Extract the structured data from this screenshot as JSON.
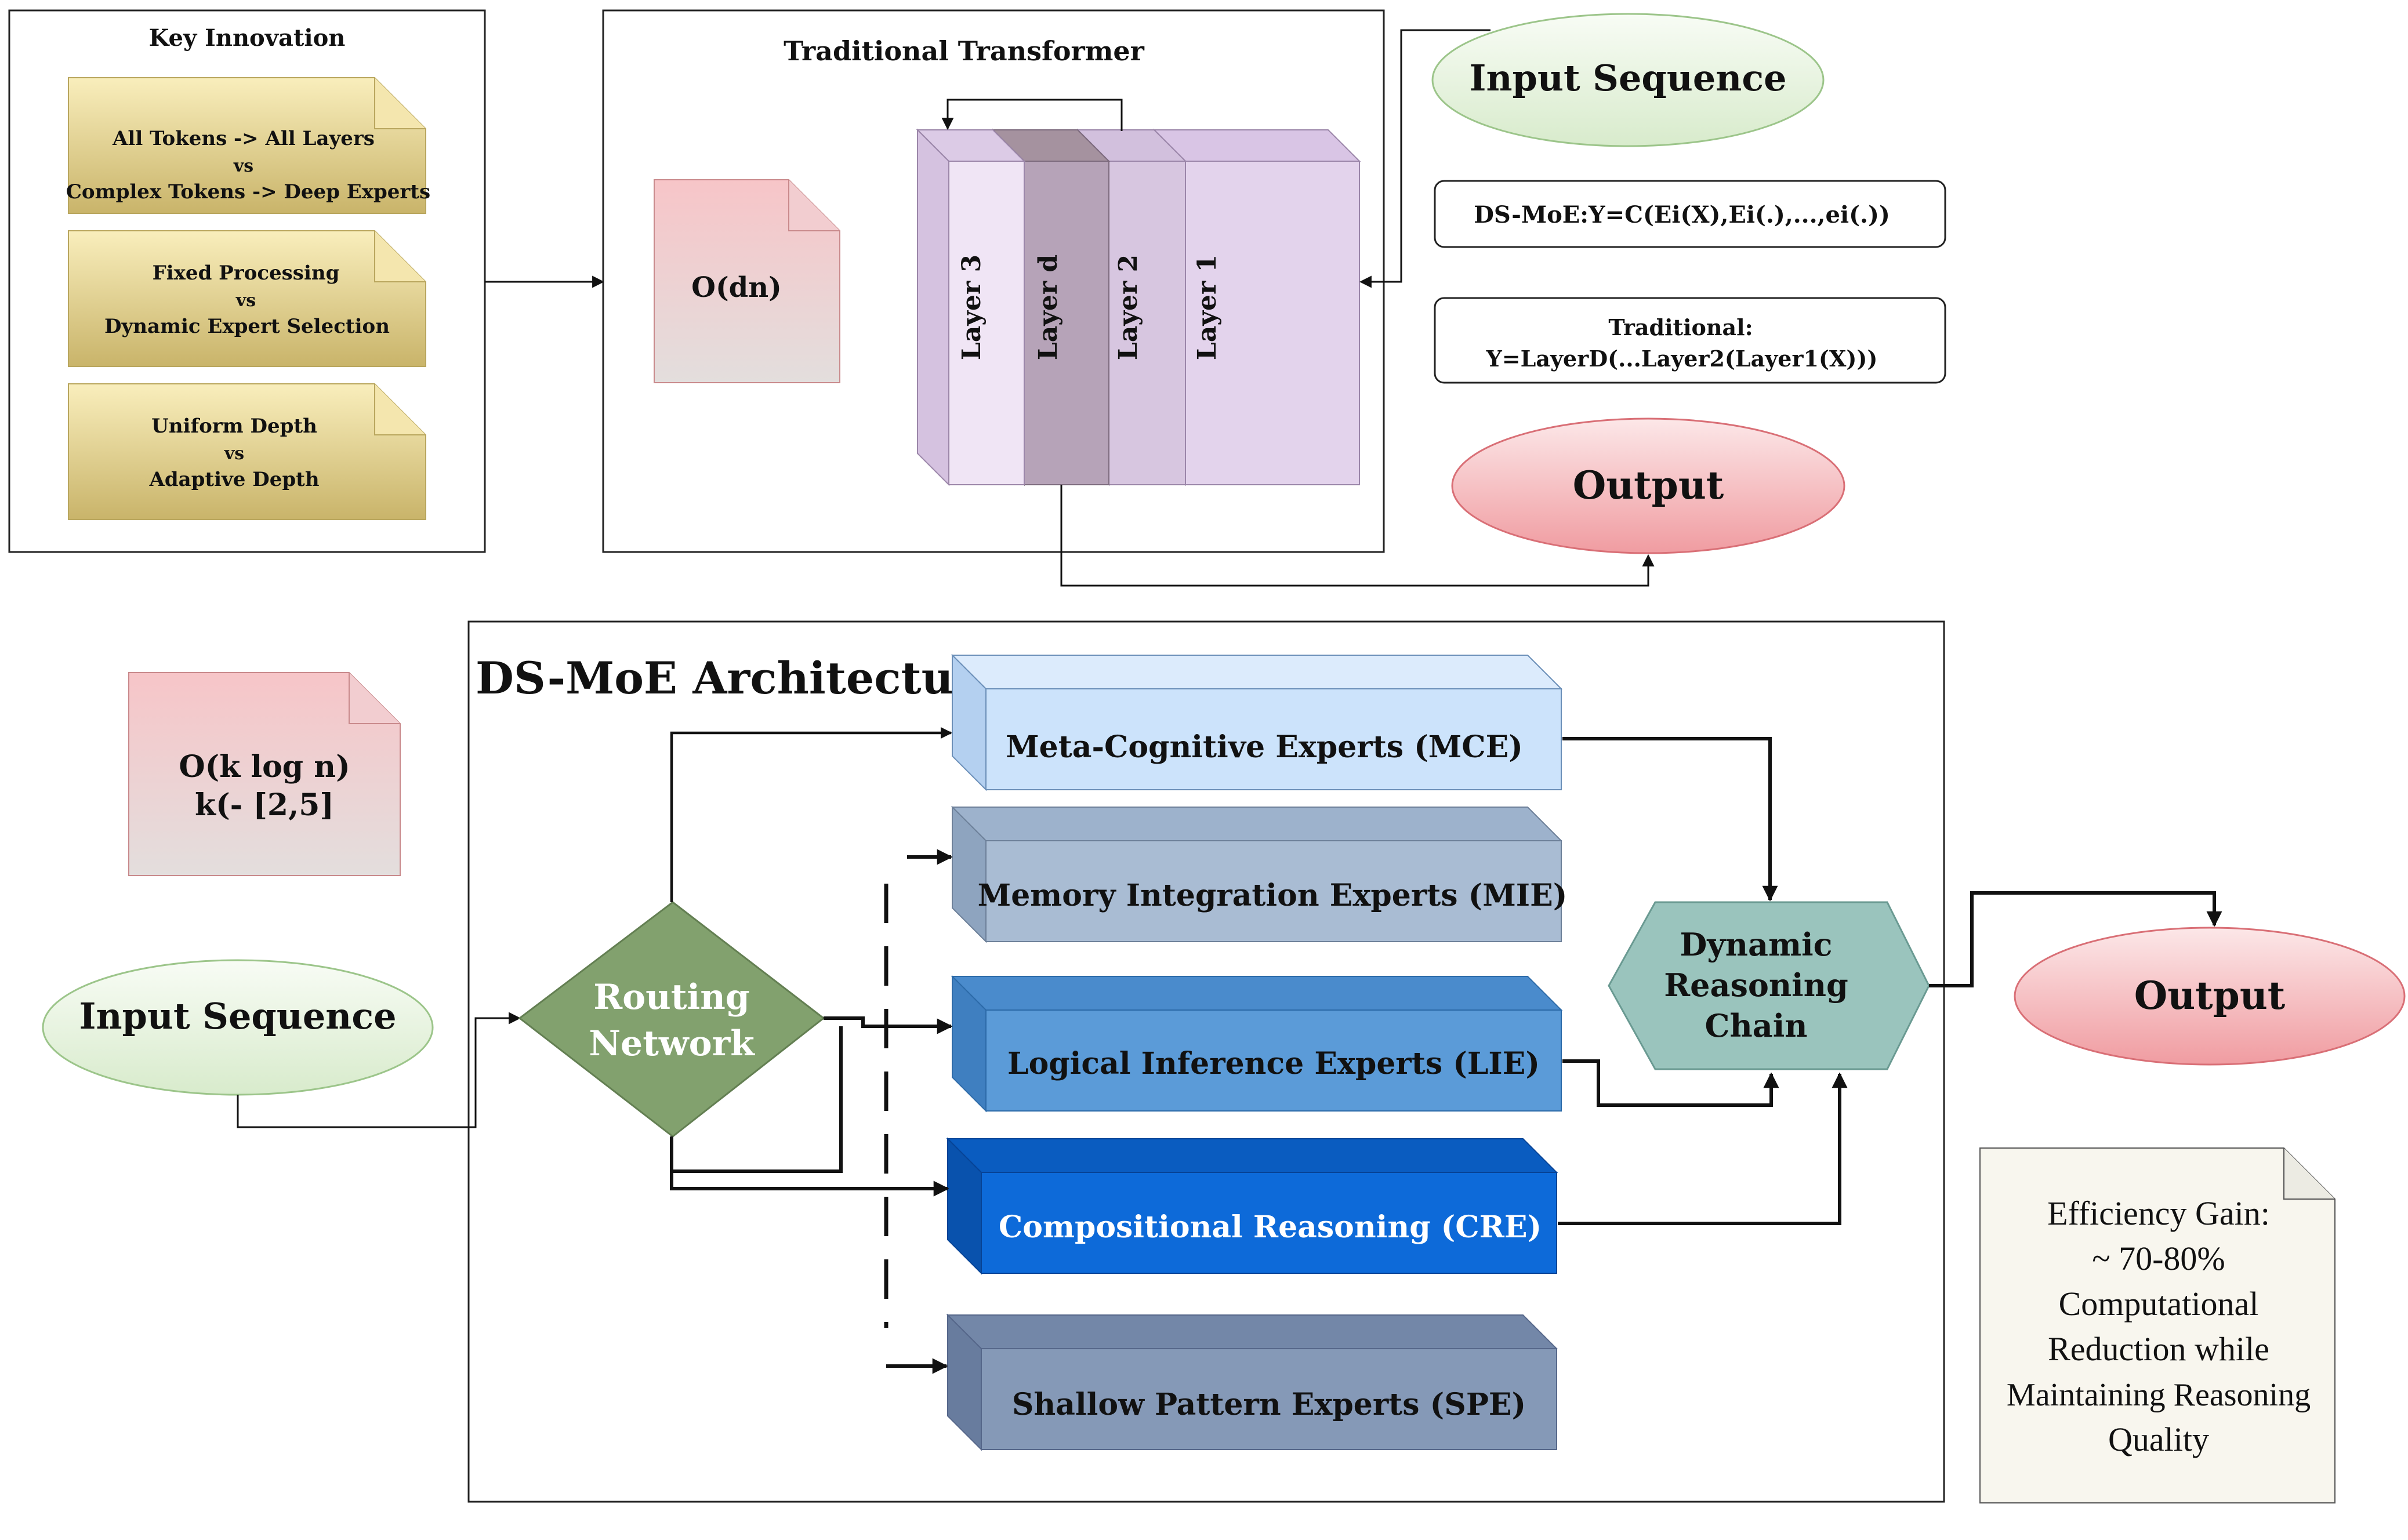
{
  "key_innovation": {
    "title": "Key Innovation",
    "notes": [
      {
        "lines": [
          "All Tokens -> All Layers",
          "vs",
          "Complex Tokens -> Deep Experts"
        ]
      },
      {
        "lines": [
          "Fixed Processing",
          "vs",
          "Dynamic Expert Selection"
        ]
      },
      {
        "lines": [
          "Uniform Depth",
          "vs",
          "Adaptive Depth"
        ]
      }
    ]
  },
  "traditional": {
    "title": "Traditional Transformer",
    "complexity": "O(dn)",
    "layers": [
      "Layer 3",
      "Layer d",
      "Layer 2",
      "Layer 1"
    ]
  },
  "top_right": {
    "input": "Input Sequence",
    "formula_dsmoe": "DS-MoE:Y=C(Ei(X),Ei(.),...,ei(.))",
    "formula_traditional": [
      "Traditional:",
      "Y=LayerD(...Layer2(Layer1(X)))"
    ],
    "output": "Output"
  },
  "dsmoe": {
    "title": "DS-MoE Architecture",
    "complexity": [
      "O(k log n)",
      "k(- [2,5]"
    ],
    "input": "Input Sequence",
    "router": [
      "Routing",
      "Network"
    ],
    "experts": [
      {
        "label": "Meta-Cognitive Experts (MCE)",
        "color": "#cce3fb"
      },
      {
        "label": "Memory Integration Experts (MIE)",
        "color": "#a9bcd3"
      },
      {
        "label": "Logical Inference Experts (LIE)",
        "color": "#5b9bd8"
      },
      {
        "label": "Compositional Reasoning (CRE)",
        "color": "#0d6ad9"
      },
      {
        "label": "Shallow Pattern Experts (SPE)",
        "color": "#8599b7"
      }
    ],
    "chain": [
      "Dynamic",
      "Reasoning",
      "Chain"
    ],
    "output": "Output",
    "efficiency": [
      "Efficiency Gain:",
      "~ 70-80%",
      "Computational",
      "Reduction while",
      "Maintaining Reasoning",
      "Quality"
    ]
  },
  "colors": {
    "note_gold": "#e8d48f",
    "note_pink": "#f5c9cb",
    "layer_purple": "#e3d3ec",
    "layer_dark": "#b6a3b8",
    "input_green": "#e5f2dd",
    "output_pink": "#f6b5b8",
    "router_green": "#82a16e",
    "chain_teal": "#9ac4bd",
    "efficiency_note": "#f8f6ee"
  }
}
